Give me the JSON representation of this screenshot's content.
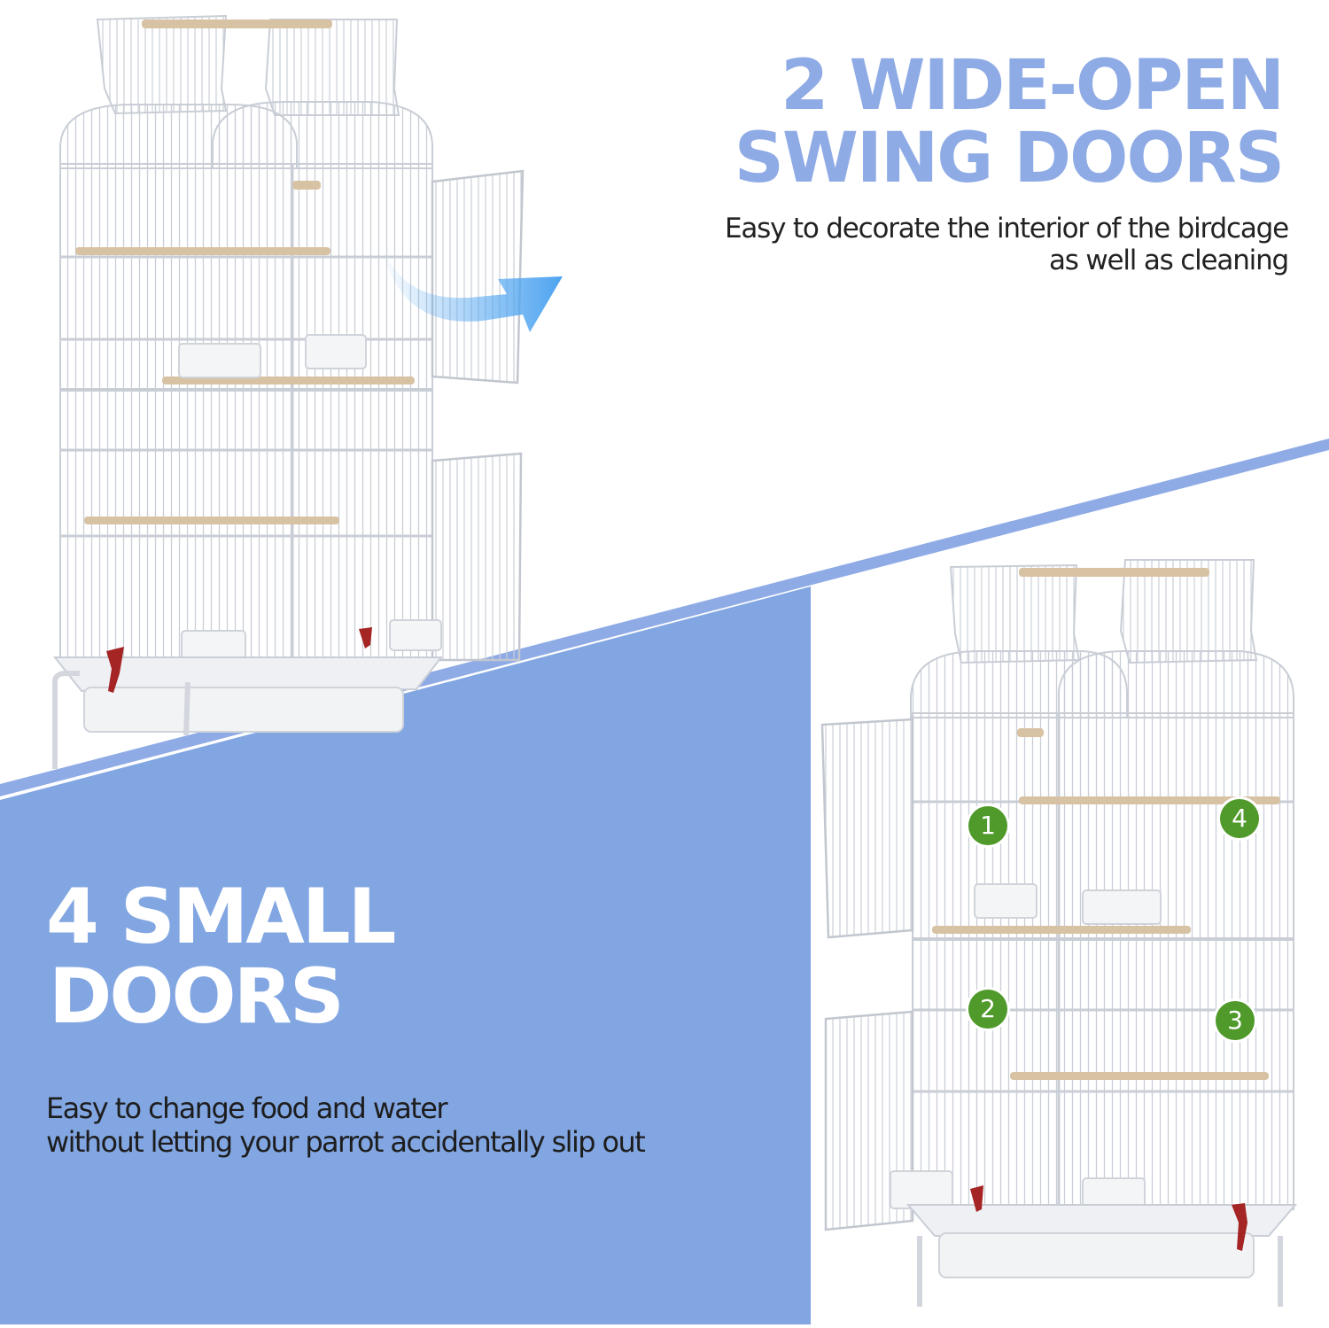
{
  "top_feature": {
    "title_line1": "2 WIDE-OPEN",
    "title_line2": "SWING DOORS",
    "subtitle_line1": "Easy to decorate the interior of the birdcage",
    "subtitle_line2": "as well as cleaning",
    "color": "#8fabe6"
  },
  "bottom_feature": {
    "title_line1": "4 SMALL",
    "title_line2": "DOORS",
    "subtitle_line1": "Easy to change food and water",
    "subtitle_line2": "without letting your parrot accidentally slip out",
    "panel_color": "#82a6e2"
  },
  "door_badges": [
    "1",
    "2",
    "3",
    "4"
  ],
  "colors": {
    "badge_green": "#4f9a2a",
    "perch_wood": "#d8c2a4",
    "latch_red": "#a52424",
    "arrow_blue": "#4da3f0"
  }
}
